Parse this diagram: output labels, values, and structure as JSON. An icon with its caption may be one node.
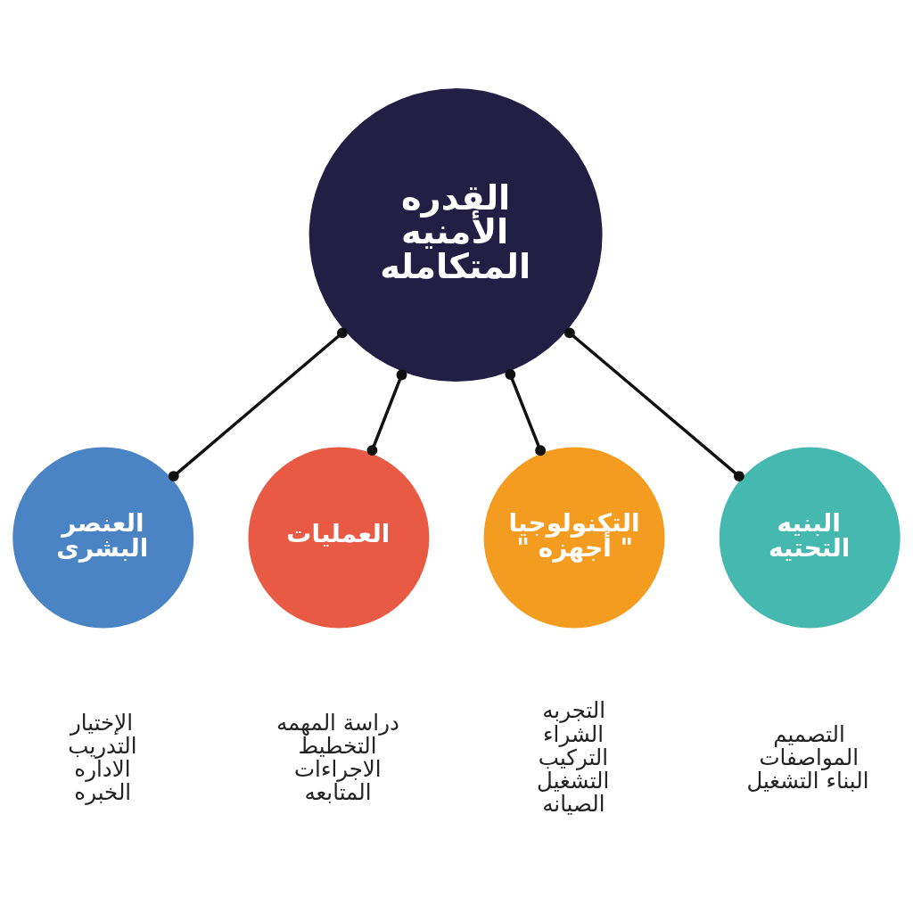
{
  "diagram": {
    "nodes": [
      {
        "text": [
          "القدره الأمنيه المتكامله"
        ]
      },
      {
        "text": [
          "العنصر البشرى"
        ],
        "beside": [
          "الإختيار",
          "التدريب",
          "الاداره",
          "الخبره"
        ]
      },
      {
        "text": [
          "العمليات"
        ],
        "beside": [
          "دراسة المهمه",
          "التخطيط",
          "الاجراءات",
          "المتابعه"
        ]
      },
      {
        "text": [
          "التكنولوجيا \" أجهزه \""
        ],
        "beside": [
          "التجربه",
          "الشراء",
          "التركيب",
          "التشغيل",
          "الصيانه"
        ]
      },
      {
        "text": [
          "البنيه التحتيه"
        ],
        "beside": [
          "التصميم",
          "المواصفات",
          "البناء التشغيل"
        ]
      }
    ],
    "edges": [
      {
        "from": 0,
        "to": 1,
        "arrow": "other"
      },
      {
        "from": 0,
        "to": 2,
        "arrow": "other"
      },
      {
        "from": 0,
        "to": 3,
        "arrow": "other"
      },
      {
        "from": 0,
        "to": 4,
        "arrow": "other"
      }
    ]
  }
}
